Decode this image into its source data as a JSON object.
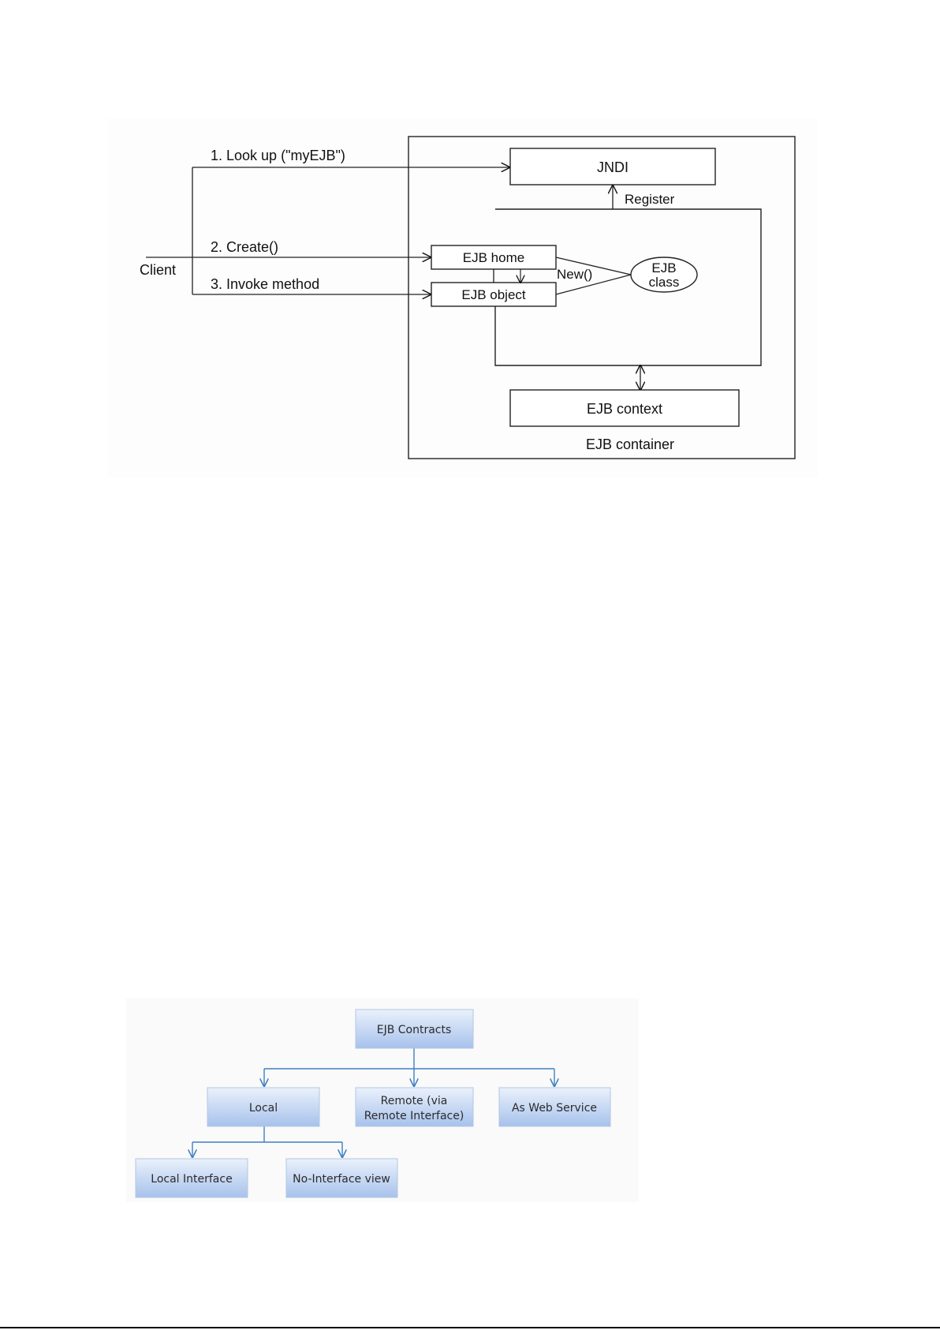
{
  "ejb_diagram": {
    "client": "Client",
    "steps": [
      "1. Look up (\"myEJB\")",
      "2. Create()",
      "3. Invoke method"
    ],
    "jndi": "JNDI",
    "register": "Register",
    "ejb_home": "EJB home",
    "ejb_object": "EJB object",
    "new_call": "New()",
    "ejb_class": [
      "EJB",
      "class"
    ],
    "ejb_context": "EJB context",
    "ejb_container": "EJB container"
  },
  "contracts_tree": {
    "root": "EJB Contracts",
    "local": "Local",
    "remote": [
      "Remote (via",
      "Remote Interface)"
    ],
    "web_service": "As Web Service",
    "local_interface": "Local Interface",
    "no_interface": "No-Interface view",
    "colors": {
      "box_top": "#eaf1fb",
      "box_bottom": "#a7c2ec",
      "connector": "#3f7fc1"
    }
  }
}
